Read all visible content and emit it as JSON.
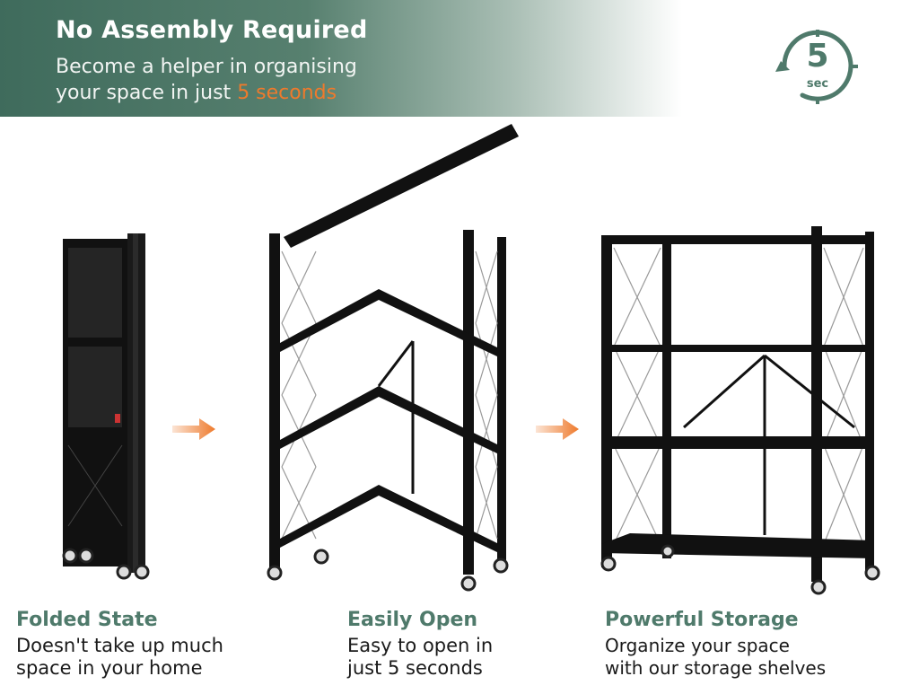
{
  "header": {
    "title": "No Assembly Required",
    "subtitle_line1": "Become a helper in organising",
    "subtitle_line2_prefix": "your space in just ",
    "subtitle_line2_highlight": "5 seconds"
  },
  "timer": {
    "number": "5",
    "unit": "sec",
    "icon": "stopwatch-icon"
  },
  "colors": {
    "brand_green": "#4f7a6b",
    "banner_green": "#3f6b5c",
    "accent_orange": "#ee7a2c",
    "shelf_black": "#111111"
  },
  "features": [
    {
      "title": "Folded State",
      "desc_line1": "Doesn't take up much",
      "desc_line2": "space in your home"
    },
    {
      "title": "Easily Open",
      "desc_line1": "Easy to open in",
      "desc_line2": "just 5 seconds"
    },
    {
      "title": "Powerful Storage",
      "desc_line1": "Organize your space",
      "desc_line2": "with our storage shelves"
    }
  ]
}
